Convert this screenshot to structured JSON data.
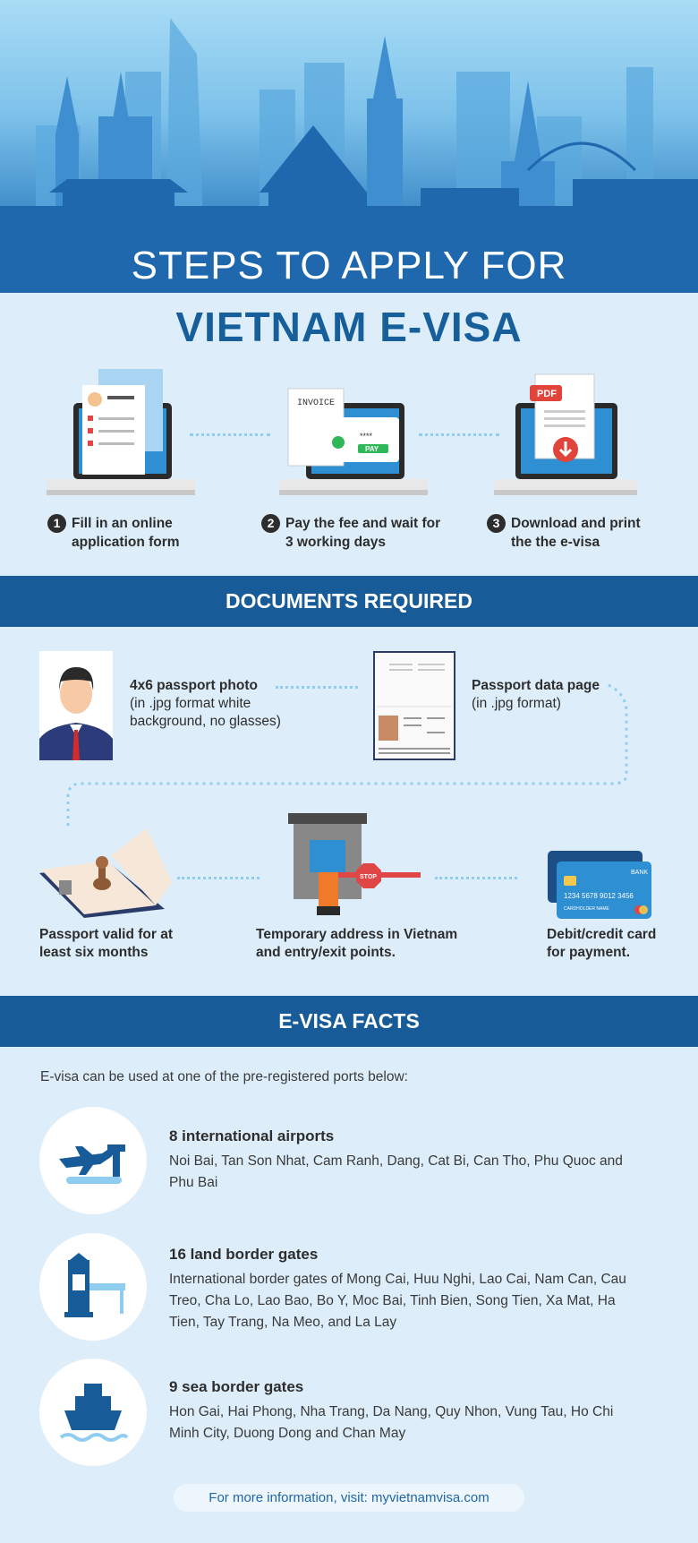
{
  "header": {
    "title_line1": "STEPS TO APPLY FOR",
    "title_line2": "VIETNAM E-VISA"
  },
  "steps": [
    {
      "number": "1",
      "label_line1": "Fill in an online",
      "label_line2": "application form"
    },
    {
      "number": "2",
      "label_line1": "Pay the fee and wait for",
      "label_line2": "3 working days"
    },
    {
      "number": "3",
      "label_line1": "Download and print",
      "label_line2": "the the e-visa"
    }
  ],
  "step_icons": {
    "invoice": "INVOICE",
    "pay": "PAY",
    "card_mask": "****",
    "pdf": "PDF"
  },
  "documents": {
    "heading": "DOCUMENTS REQUIRED",
    "items": [
      {
        "title": "4x6 passport photo",
        "detail": "(in .jpg format white background, no glasses)"
      },
      {
        "title": "Passport data page",
        "detail": "(in .jpg format)"
      },
      {
        "title": "Passport valid for at least six months"
      },
      {
        "title": "Temporary address in Vietnam and entry/exit points."
      },
      {
        "title": "Debit/credit card for payment."
      }
    ],
    "card": {
      "bank": "BANK",
      "number": "1234 5678 9012 3456",
      "holder": "CARDHOLDER NAME"
    },
    "stop_sign": "STOP"
  },
  "facts": {
    "heading": "E-VISA FACTS",
    "intro": "E-visa can be used at one of the pre-registered ports below:",
    "items": [
      {
        "icon": "airplane-icon",
        "title": "8 international airports",
        "desc": "Noi Bai, Tan Son Nhat, Cam Ranh, Dang, Cat Bi, Can Tho, Phu Quoc and Phu Bai"
      },
      {
        "icon": "border-gate-icon",
        "title": "16 land border gates",
        "desc": "International border gates of Mong Cai, Huu Nghi, Lao Cai, Nam Can, Cau Treo, Cha Lo, Lao Bao, Bo Y, Moc Bai, Tinh Bien, Song Tien, Xa Mat, Ha Tien, Tay Trang, Na Meo, and La Lay"
      },
      {
        "icon": "ship-icon",
        "title": "9 sea border gates",
        "desc": "Hon Gai, Hai Phong, Nha Trang, Da Nang, Quy Nhon, Vung Tau, Ho Chi Minh City, Duong Dong and Chan May"
      }
    ]
  },
  "footer": {
    "text": "For more information, visit: myvietnamvisa.com"
  },
  "colors": {
    "primary": "#175c98",
    "background": "#ddeefa",
    "accent_dots": "#8fcdf0"
  }
}
